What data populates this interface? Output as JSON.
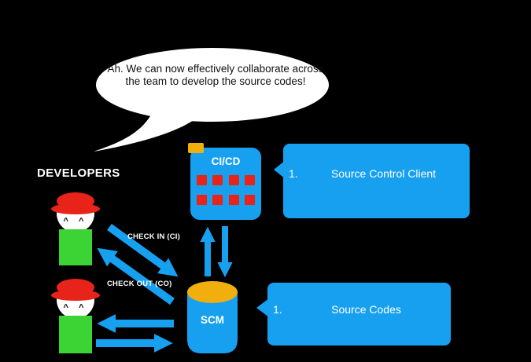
{
  "colors": {
    "background": "#000000",
    "blue": "#18A0F0",
    "yellow": "#F0AF0D",
    "red": "#E8231A",
    "green": "#3CD435",
    "bubble_fill": "#FFFFFF",
    "text_light": "#FFFFFF",
    "text_dark": "#111111"
  },
  "speech_bubble": {
    "text": "Ah. We can now effectively collaborate across the team to develop the source codes!"
  },
  "developers": {
    "label": "DEVELOPERS",
    "eyes": "^ ^",
    "count": 2
  },
  "flows": {
    "check_in_label": "CHECK IN (CI)",
    "check_out_label": "CHECK OUT (CO)"
  },
  "cicd_box": {
    "label": "CI/CD",
    "indicator_rows": 2,
    "indicator_cols": 4
  },
  "scm": {
    "label": "SCM"
  },
  "callouts": [
    {
      "number": "1.",
      "label": "Source Control Client"
    },
    {
      "number": "1.",
      "label": "Source Codes"
    }
  ]
}
